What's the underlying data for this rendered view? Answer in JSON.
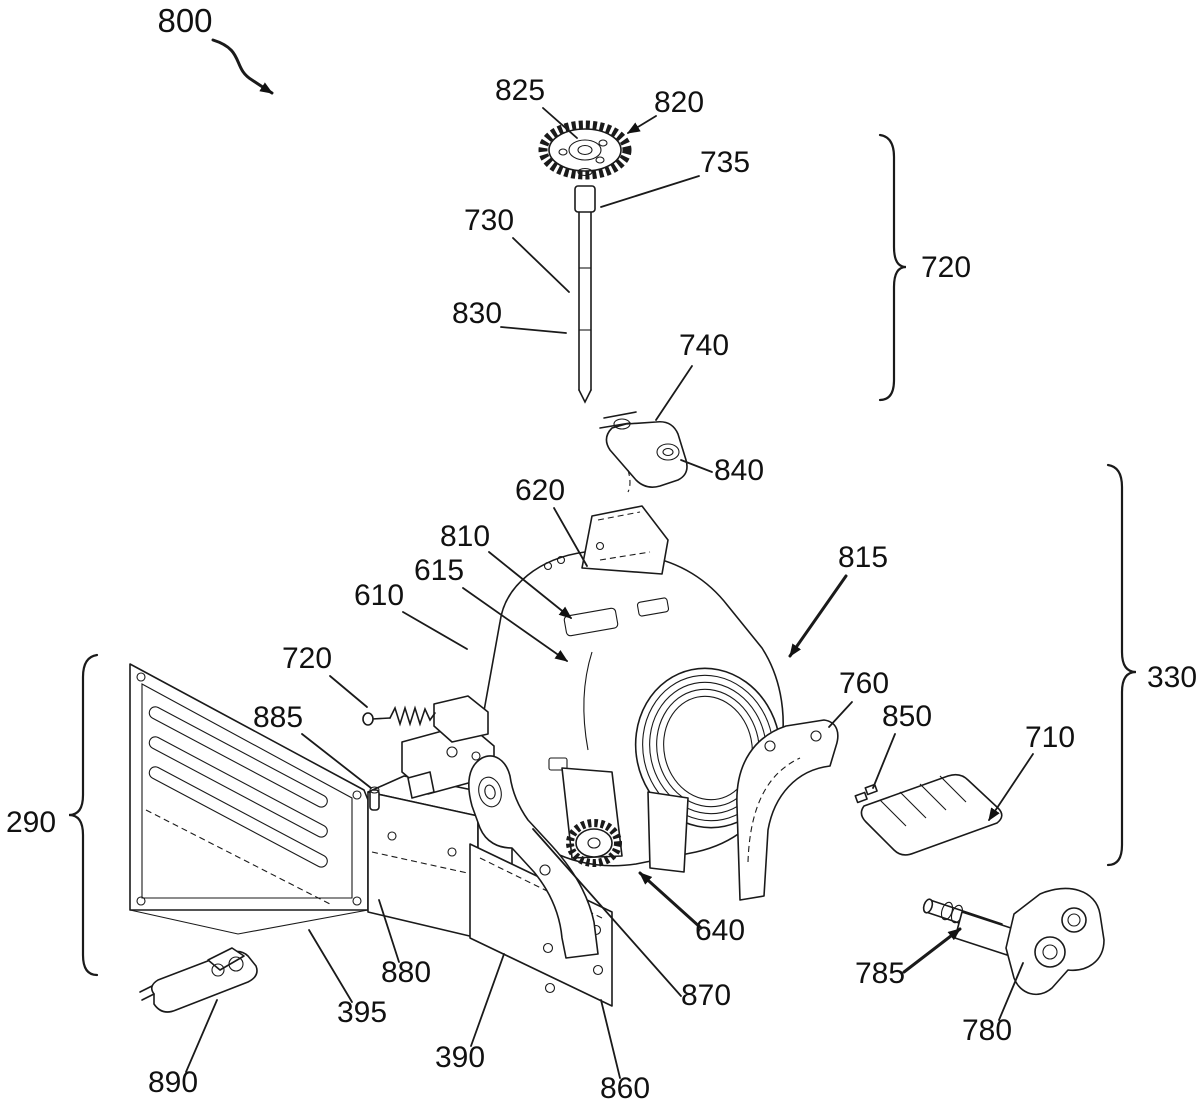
{
  "figure": {
    "figure_ref": "800",
    "kind": "exploded-assembly-drawing"
  },
  "colors": {
    "line": "#111111",
    "background": "#ffffff"
  },
  "labels": [
    {
      "id": "ref-800",
      "text": "800"
    },
    {
      "id": "ref-825",
      "text": "825"
    },
    {
      "id": "ref-820",
      "text": "820"
    },
    {
      "id": "ref-735",
      "text": "735"
    },
    {
      "id": "ref-730",
      "text": "730"
    },
    {
      "id": "ref-830",
      "text": "830"
    },
    {
      "id": "ref-740",
      "text": "740"
    },
    {
      "id": "ref-840",
      "text": "840"
    },
    {
      "id": "ref-720-upper",
      "text": "720"
    },
    {
      "id": "ref-620",
      "text": "620"
    },
    {
      "id": "ref-810",
      "text": "810"
    },
    {
      "id": "ref-615",
      "text": "615"
    },
    {
      "id": "ref-610",
      "text": "610"
    },
    {
      "id": "ref-815",
      "text": "815"
    },
    {
      "id": "ref-330",
      "text": "330"
    },
    {
      "id": "ref-720-left",
      "text": "720"
    },
    {
      "id": "ref-885",
      "text": "885"
    },
    {
      "id": "ref-760",
      "text": "760"
    },
    {
      "id": "ref-850",
      "text": "850"
    },
    {
      "id": "ref-710",
      "text": "710"
    },
    {
      "id": "ref-290",
      "text": "290"
    },
    {
      "id": "ref-640",
      "text": "640"
    },
    {
      "id": "ref-880",
      "text": "880"
    },
    {
      "id": "ref-395",
      "text": "395"
    },
    {
      "id": "ref-870",
      "text": "870"
    },
    {
      "id": "ref-785",
      "text": "785"
    },
    {
      "id": "ref-890",
      "text": "890"
    },
    {
      "id": "ref-390",
      "text": "390"
    },
    {
      "id": "ref-860",
      "text": "860"
    },
    {
      "id": "ref-780",
      "text": "780"
    }
  ]
}
